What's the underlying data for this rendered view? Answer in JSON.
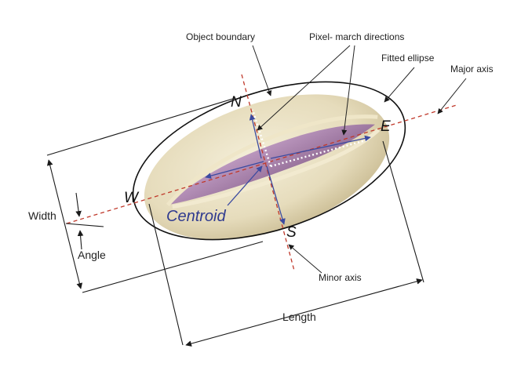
{
  "labels": {
    "object_boundary": "Object boundary",
    "pixel_march": "Pixel- march directions",
    "fitted_ellipse": "Fitted ellipse",
    "major_axis": "Major axis",
    "minor_axis": "Minor axis",
    "width": "Width",
    "angle": "Angle",
    "length": "Length",
    "centroid": "Centroid"
  },
  "compass": {
    "north": "N",
    "south": "S",
    "east": "E",
    "west": "W"
  },
  "colors": {
    "shell": "#e9e0c3",
    "shell_shadow": "#cfc29c",
    "kernel": "#b48bb8",
    "axis_dashed": "#c0392b",
    "march_arrows": "#3b4aa0",
    "centroid_text": "#2f3a8f"
  }
}
